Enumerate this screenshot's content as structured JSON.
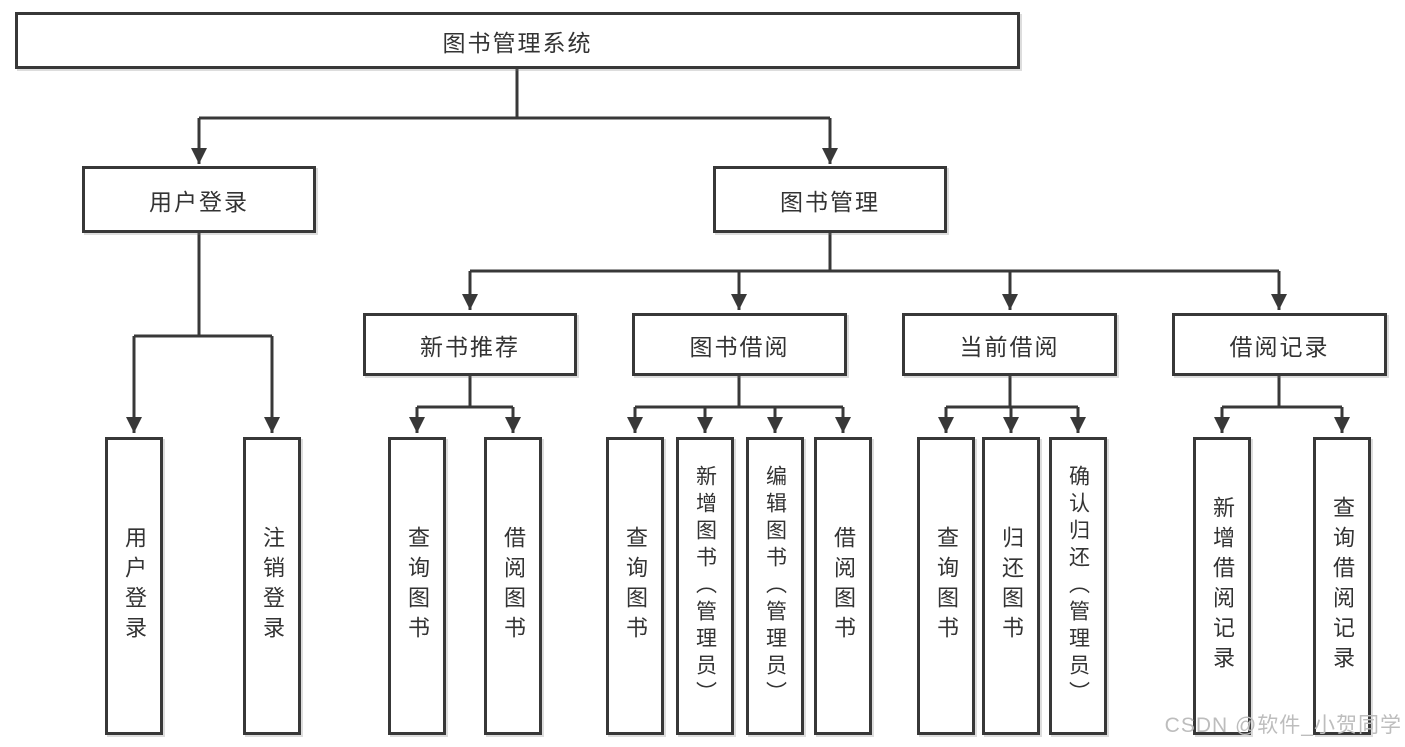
{
  "colors": {
    "line": "#383838",
    "text": "#333333",
    "box_background": "#ffffff",
    "watermark": "#bdbdbd",
    "background": "#ffffff"
  },
  "watermark": "CSDN @软件_小贺同学",
  "tree": {
    "root": {
      "label": "图书管理系统"
    },
    "user_login": {
      "label": "用户登录",
      "children": [
        {
          "label": "用户登录"
        },
        {
          "label": "注销登录"
        }
      ]
    },
    "book_management": {
      "label": "图书管理",
      "sections": [
        {
          "label": "新书推荐",
          "children": [
            {
              "label": "查询图书"
            },
            {
              "label": "借阅图书"
            }
          ]
        },
        {
          "label": "图书借阅",
          "children": [
            {
              "label": "查询图书"
            },
            {
              "label": "新增图书（管理员）"
            },
            {
              "label": "编辑图书（管理员）"
            },
            {
              "label": "借阅图书"
            }
          ]
        },
        {
          "label": "当前借阅",
          "children": [
            {
              "label": "查询图书"
            },
            {
              "label": "归还图书"
            },
            {
              "label": "确认归还（管理员）"
            }
          ]
        },
        {
          "label": "借阅记录",
          "children": [
            {
              "label": "新增借阅记录"
            },
            {
              "label": "查询借阅记录"
            }
          ]
        }
      ]
    }
  }
}
